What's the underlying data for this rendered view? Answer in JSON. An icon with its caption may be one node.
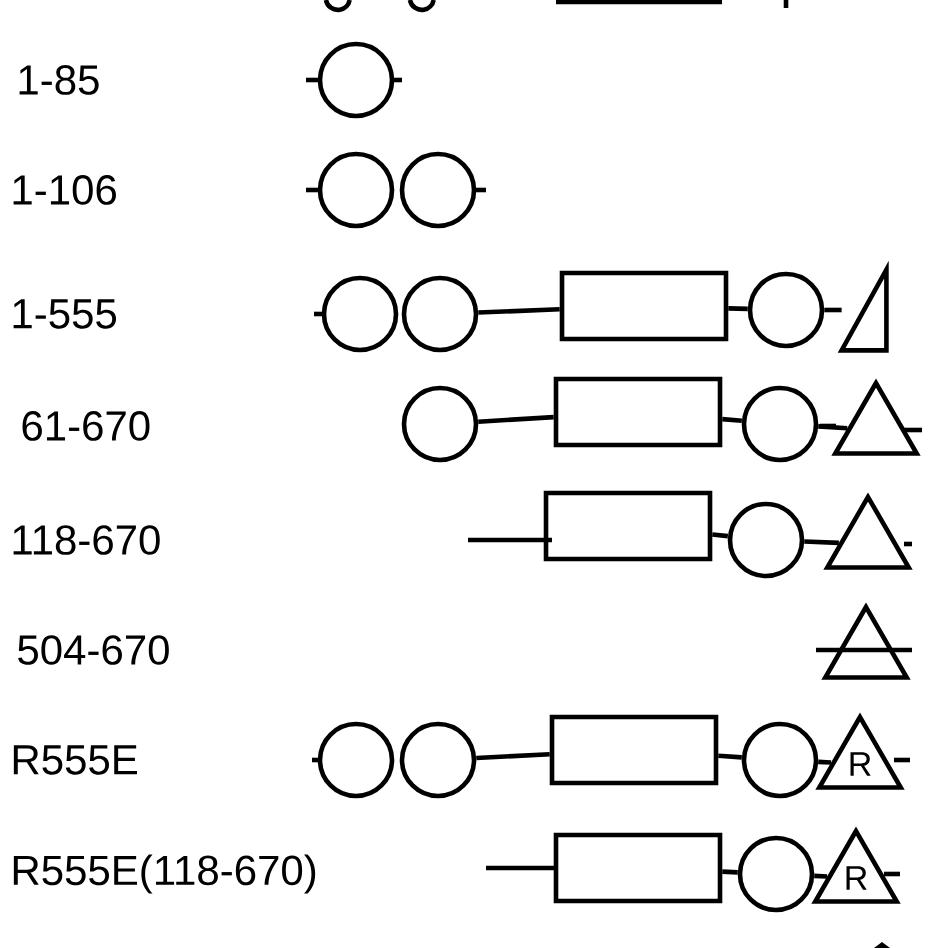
{
  "diagram": {
    "nodes": [
      {
        "text": [],
        "shape": "circle"
      },
      {
        "text": [],
        "shape": "circle"
      },
      {
        "text": [],
        "shape": "circle"
      },
      {
        "text": [],
        "shape": "circle"
      },
      {
        "text": [],
        "shape": "circle"
      },
      {
        "text": [],
        "shape": "box"
      },
      {
        "text": [],
        "shape": "circle"
      },
      {
        "text": [],
        "shape": "triangle"
      },
      {
        "text": [],
        "shape": "circle"
      },
      {
        "text": [],
        "shape": "box"
      },
      {
        "text": [],
        "shape": "circle"
      },
      {
        "text": [],
        "shape": "triangle"
      },
      {
        "text": [],
        "shape": "box"
      },
      {
        "text": [],
        "shape": "circle"
      },
      {
        "text": [],
        "shape": "triangle"
      },
      {
        "text": [],
        "shape": "triangle"
      },
      {
        "text": [],
        "shape": "circle"
      },
      {
        "text": [],
        "shape": "circle"
      },
      {
        "text": [],
        "shape": "box"
      },
      {
        "text": [],
        "shape": "circle"
      },
      {
        "text": [
          "R"
        ]
      },
      {
        "text": [],
        "shape": "box"
      },
      {
        "text": [],
        "shape": "circle"
      },
      {
        "text": [
          "R"
        ]
      }
    ],
    "edges": [
      {
        "from": 4,
        "to": 5,
        "arrow": "none"
      },
      {
        "from": 5,
        "to": 6,
        "arrow": "none"
      },
      {
        "from": 6,
        "to": 7,
        "arrow": "none"
      },
      {
        "from": 8,
        "to": 9,
        "arrow": "none"
      },
      {
        "from": 9,
        "to": 10,
        "arrow": "none"
      },
      {
        "from": 10,
        "to": 11,
        "arrow": "none"
      },
      {
        "from": 12,
        "to": 13,
        "arrow": "none"
      },
      {
        "from": 13,
        "to": 14,
        "arrow": "none"
      },
      {
        "from": 17,
        "to": 18,
        "arrow": "none"
      },
      {
        "from": 18,
        "to": 19,
        "arrow": "none"
      },
      {
        "from": 19,
        "to": 20,
        "arrow": "none"
      },
      {
        "from": 21,
        "to": 22,
        "arrow": "none"
      },
      {
        "from": 22,
        "to": 23,
        "arrow": "none"
      }
    ],
    "labels": [
      "1-85",
      "1-106",
      "1-555",
      "61-670",
      "118-670",
      "504-670",
      "R555E",
      "R555E(118-670)"
    ]
  }
}
